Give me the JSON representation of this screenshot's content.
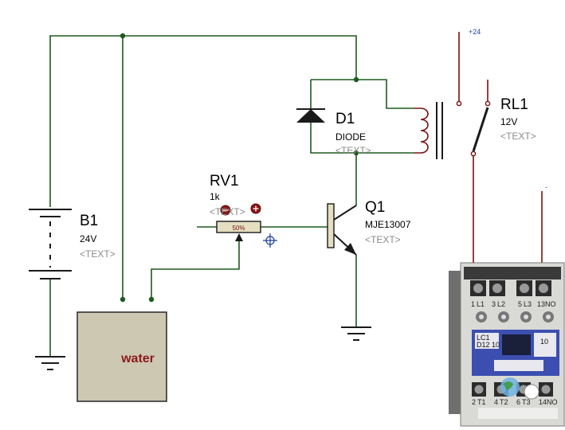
{
  "components": {
    "battery": {
      "ref": "B1",
      "value": "24V",
      "text": "<TEXT>"
    },
    "rheostat": {
      "ref": "RV1",
      "value": "1k",
      "text": "<TEXT>",
      "wiper": "50%"
    },
    "diode": {
      "ref": "D1",
      "value": "DIODE",
      "text": "<TEXT>"
    },
    "transistor": {
      "ref": "Q1",
      "value": "MJE13007",
      "text": "<TEXT>"
    },
    "relay": {
      "ref": "RL1",
      "value": "12V",
      "text": "<TEXT>"
    },
    "tank": {
      "label": "water"
    },
    "supply": {
      "plus": "+24",
      "minus": "-"
    },
    "contactor": {
      "top_terminals": [
        "1",
        "L1",
        "3",
        "L2",
        "5",
        "L3",
        "13",
        "NO"
      ],
      "brand_line1": "LC1",
      "brand_line2": "D12 10",
      "side_mark": "10",
      "bottom_terminals": [
        "2",
        "T1",
        "4",
        "T2",
        "6",
        "T3",
        "14",
        "NO"
      ]
    }
  },
  "colors": {
    "wire": "#1e5a1e",
    "component": "#1a1a1a",
    "tank_fill": "#cdc8b2",
    "tank_label": "#8b1a1a",
    "relay_line": "#7a1010",
    "contactor_blue": "#3c4fb0"
  }
}
